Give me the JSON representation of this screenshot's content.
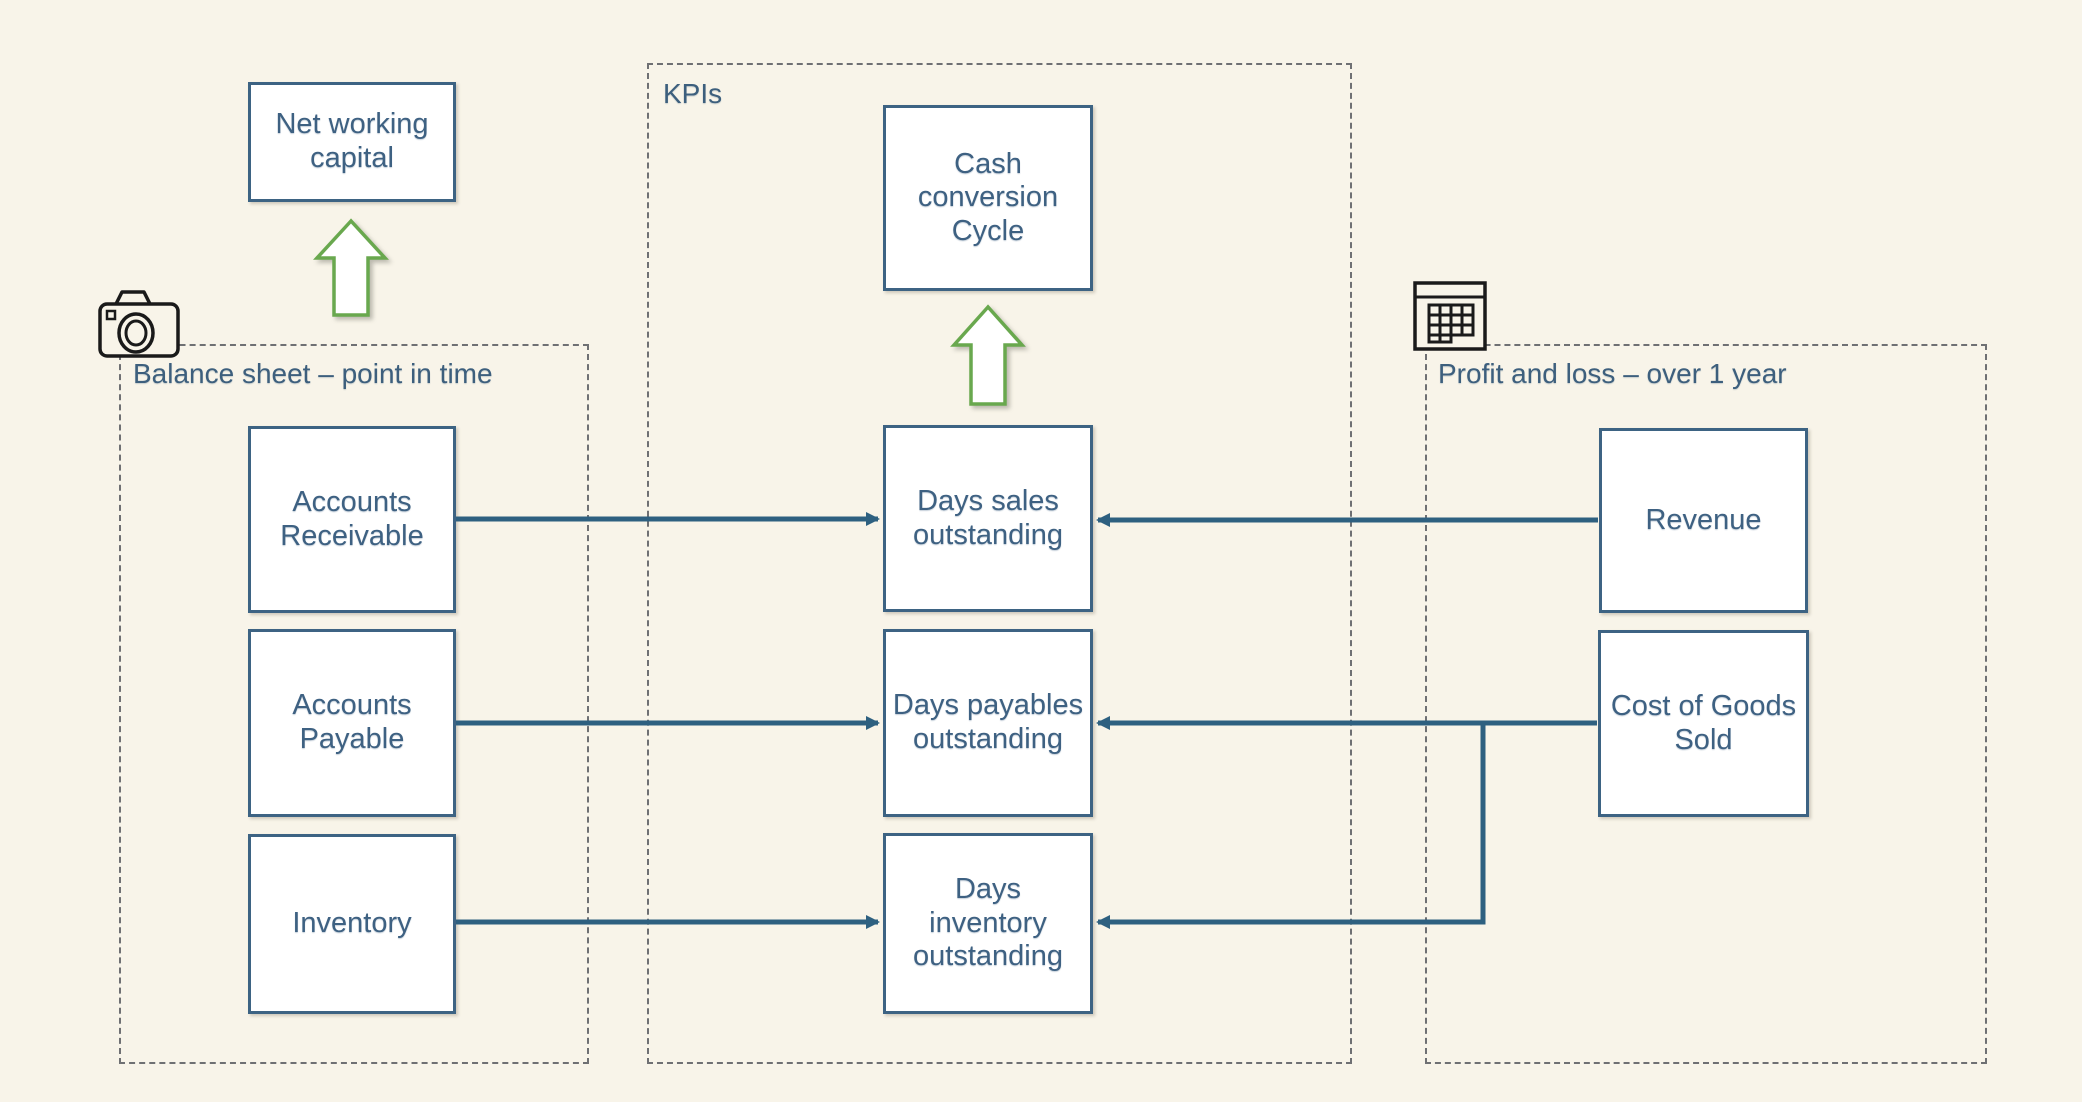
{
  "diagram_title": "Cash conversion cycle KPI diagram",
  "colors": {
    "background": "#F8F4E9",
    "box_border": "#3D6383",
    "box_text": "#3E6182",
    "connector_blue": "#2E6080",
    "green_arrow_outline": "#69A84E",
    "dashed_container": "#6F7073",
    "icon_black": "#1A1A1A"
  },
  "groups": {
    "balance_sheet": {
      "label": "Balance sheet – point in time",
      "icon": "camera-icon"
    },
    "kpis": {
      "label": "KPIs"
    },
    "profit_loss": {
      "label": "Profit and loss – over 1 year",
      "icon": "table-icon"
    }
  },
  "nodes": {
    "net_working_capital": {
      "label": "Net working\ncapital"
    },
    "cash_conversion_cycle": {
      "label": "Cash\nconversion\nCycle"
    },
    "accounts_receivable": {
      "label": "Accounts\nReceivable"
    },
    "accounts_payable": {
      "label": "Accounts\nPayable"
    },
    "inventory": {
      "label": "Inventory"
    },
    "days_sales_outstanding": {
      "label": "Days sales\noutstanding"
    },
    "days_payables_outstanding": {
      "label": "Days payables\noutstanding"
    },
    "days_inventory_outstanding": {
      "label": "Days\ninventory\noutstanding"
    },
    "revenue": {
      "label": "Revenue"
    },
    "cost_of_goods_sold": {
      "label": "Cost of Goods\nSold"
    }
  },
  "arrows": [
    {
      "from": "accounts_receivable",
      "to": "days_sales_outstanding",
      "style": "blue"
    },
    {
      "from": "revenue",
      "to": "days_sales_outstanding",
      "style": "blue"
    },
    {
      "from": "accounts_payable",
      "to": "days_payables_outstanding",
      "style": "blue"
    },
    {
      "from": "cost_of_goods_sold",
      "to": "days_payables_outstanding",
      "style": "blue"
    },
    {
      "from": "inventory",
      "to": "days_inventory_outstanding",
      "style": "blue"
    },
    {
      "from": "cost_of_goods_sold",
      "to": "days_inventory_outstanding",
      "style": "blue-elbow"
    },
    {
      "from": "balance_sheet",
      "to": "net_working_capital",
      "style": "green-up"
    },
    {
      "from": "days_sales_outstanding",
      "to": "cash_conversion_cycle",
      "style": "green-up"
    }
  ]
}
